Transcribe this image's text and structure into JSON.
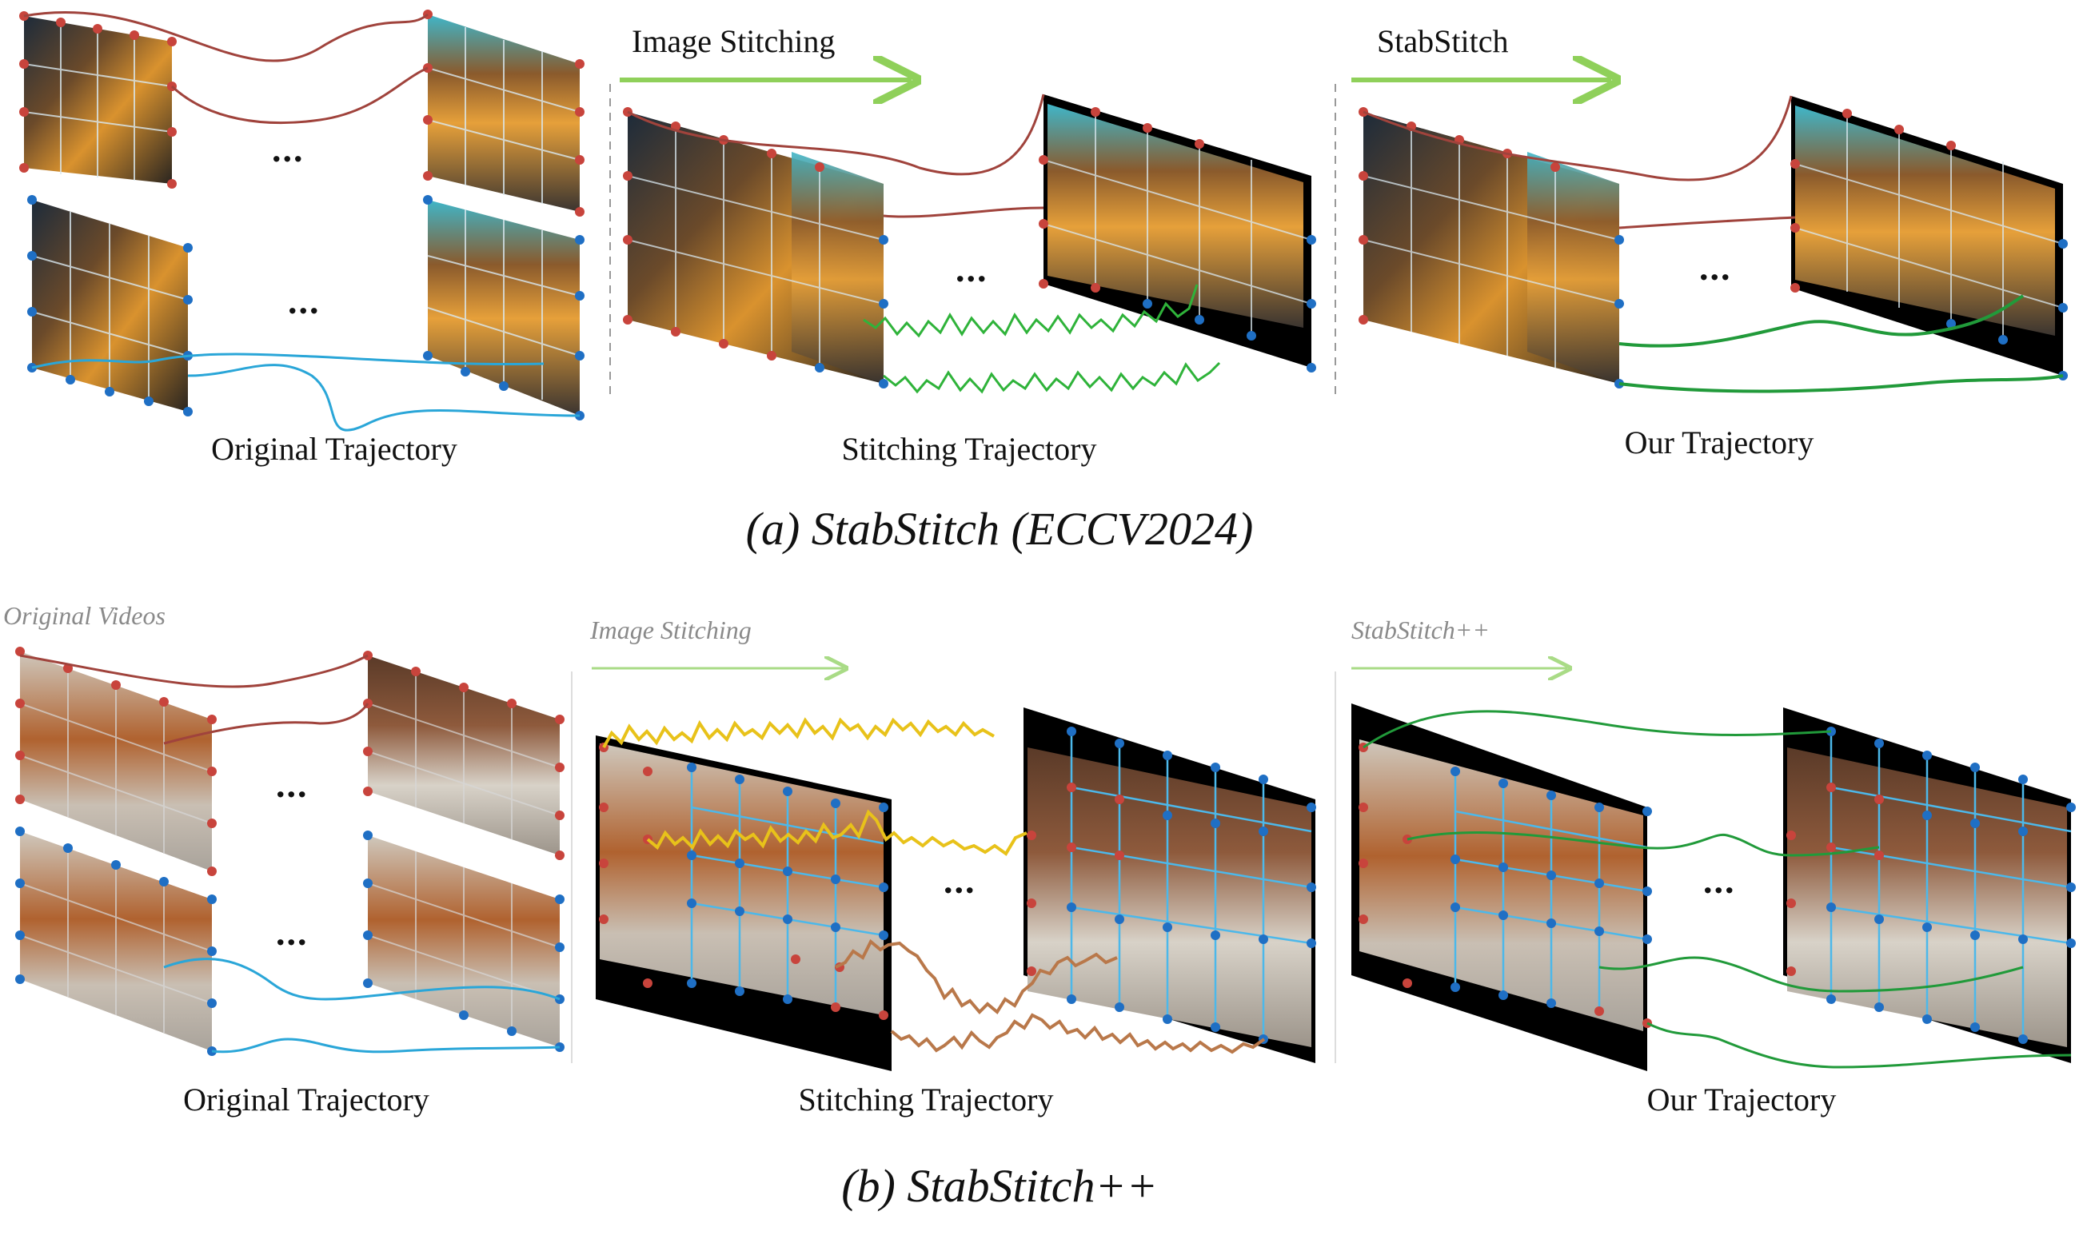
{
  "panel_a": {
    "caption": "(a) StabStitch (ECCV2024)",
    "arrow_1_label": "Image Stitching",
    "arrow_2_label": "StabStitch",
    "traj_original": "Original Trajectory",
    "traj_stitching": "Stitching Trajectory",
    "traj_ours": "Our Trajectory",
    "ellipsis": "..."
  },
  "panel_b": {
    "caption": "(b) StabStitch++",
    "videos_label": "Original Videos",
    "arrow_1_label": "Image Stitching",
    "arrow_2_label": "StabStitch++",
    "traj_original": "Original Trajectory",
    "traj_stitching": "Stitching Trajectory",
    "traj_ours": "Our Trajectory",
    "ellipsis": "..."
  },
  "colors": {
    "red_trajectory": "#a0433c",
    "blue_trajectory": "#2aa6d8",
    "green_jitter": "#2fb33a",
    "green_smooth": "#219a3a",
    "yellow_jitter": "#e8c21a",
    "brown_jitter": "#b9784a",
    "arrow_green": "#8fd05a",
    "red_point": "#c8443c",
    "blue_point": "#1f6fc4",
    "grid_line": "#8fd6f2"
  }
}
